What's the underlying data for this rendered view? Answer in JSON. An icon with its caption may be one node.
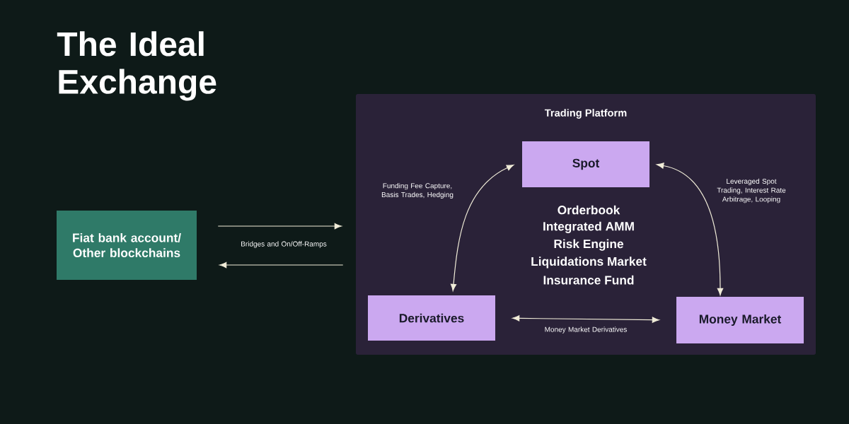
{
  "diagram": {
    "title": "The Ideal Exchange",
    "nodes": [
      {
        "text": [
          "Trading Platform"
        ]
      },
      {
        "text": [
          "Fiat bank account/ Other blockchains"
        ]
      },
      {
        "text": [
          "Spot"
        ],
        "in": 0
      },
      {
        "text": [
          "Derivatives"
        ],
        "in": 0
      },
      {
        "text": [
          "Money Market"
        ],
        "in": 0
      }
    ],
    "edges": [
      {
        "from": 1,
        "to": 0,
        "arrow": "to",
        "label": "Bridges and On/Off-Ramps"
      },
      {
        "from": 0,
        "to": 1,
        "arrow": "to"
      },
      {
        "from": 2,
        "to": 3,
        "arrow": "both",
        "label": "Funding Fee Capture, Basis Trades, Hedging"
      },
      {
        "from": 2,
        "to": 4,
        "arrow": "both",
        "label": "Leveraged Spot Trading, Interest Rate Arbitrage, Looping"
      },
      {
        "from": 3,
        "to": 4,
        "arrow": "both",
        "label": "Money Market Derivatives"
      }
    ],
    "labels": [
      "Orderbook",
      "Integrated AMM",
      "Risk Engine",
      "Liquidations Market",
      "Insurance Fund"
    ]
  }
}
